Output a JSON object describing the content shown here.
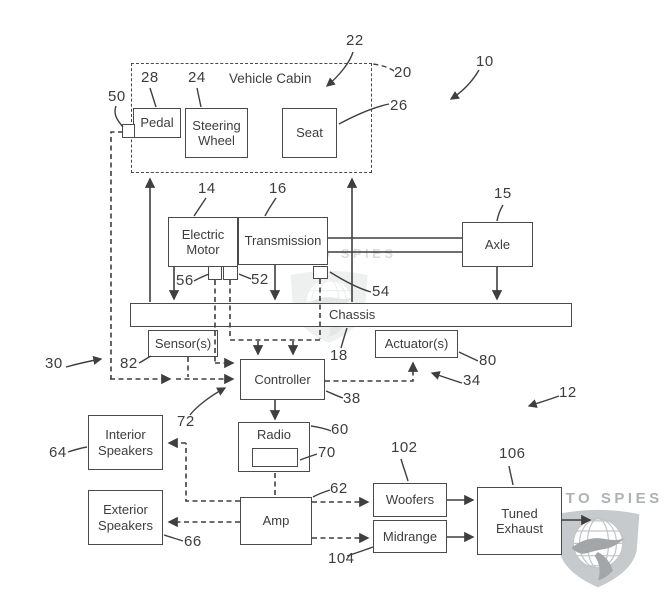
{
  "watermark": {
    "brand": "AUTO SPIES"
  },
  "colors": {
    "line": "#3f3f3f",
    "box_border": "#4a4a4a",
    "watermark_gray": "#aeb2b4",
    "shield_gray": "#c6cacc"
  },
  "boxes": {
    "vehicle_cabin": "Vehicle Cabin",
    "pedal": "Pedal",
    "steering_wheel": "Steering Wheel",
    "seat": "Seat",
    "electric_motor": "Electric Motor",
    "transmission": "Transmission",
    "axle": "Axle",
    "chassis": "Chassis",
    "sensors": "Sensor(s)",
    "actuators": "Actuator(s)",
    "controller": "Controller",
    "radio": "Radio",
    "interior_speakers": "Interior Speakers",
    "exterior_speakers": "Exterior Speakers",
    "amp": "Amp",
    "woofers": "Woofers",
    "midrange": "Midrange",
    "tuned_exhaust": "Tuned Exhaust"
  },
  "refs": {
    "n10": "10",
    "n12": "12",
    "n14": "14",
    "n15": "15",
    "n16": "16",
    "n18": "18",
    "n20": "20",
    "n22": "22",
    "n24": "24",
    "n26": "26",
    "n28": "28",
    "n30": "30",
    "n34": "34",
    "n38": "38",
    "n50": "50",
    "n52": "52",
    "n54": "54",
    "n56": "56",
    "n60": "60",
    "n62": "62",
    "n64": "64",
    "n66": "66",
    "n70": "70",
    "n72": "72",
    "n80": "80",
    "n82": "82",
    "n102": "102",
    "n104": "104",
    "n106": "106"
  }
}
